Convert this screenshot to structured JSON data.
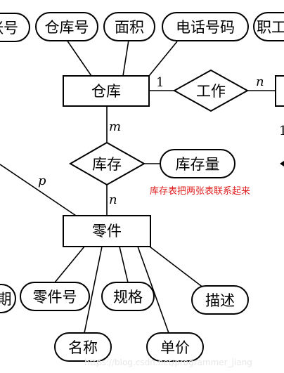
{
  "entities": {
    "warehouse": "仓库",
    "part": "零件",
    "worker": ""
  },
  "relationships": {
    "work": "工作",
    "inventory": "库存"
  },
  "attributes": {
    "left_clipped_top": "张号",
    "warehouse_no": "仓库号",
    "area": "面积",
    "phone": "电话号码",
    "staff_clipped": "职工",
    "stock_qty": "库存量",
    "left_clipped_bottom": "期",
    "part_no": "零件号",
    "spec": "规格",
    "description": "描述",
    "name": "名称",
    "unit_price": "单价"
  },
  "cardinalities": {
    "work_warehouse": "1",
    "work_other": "n",
    "inventory_warehouse": "m",
    "inventory_part": "n",
    "part_left": "p",
    "clipped_right": "1"
  },
  "annotation": "库存表把两张表联系起来",
  "watermark": "https://blog.csdn.net/programmer_jiang",
  "colors": {
    "annotation": "#e02020",
    "stroke": "#000000"
  }
}
